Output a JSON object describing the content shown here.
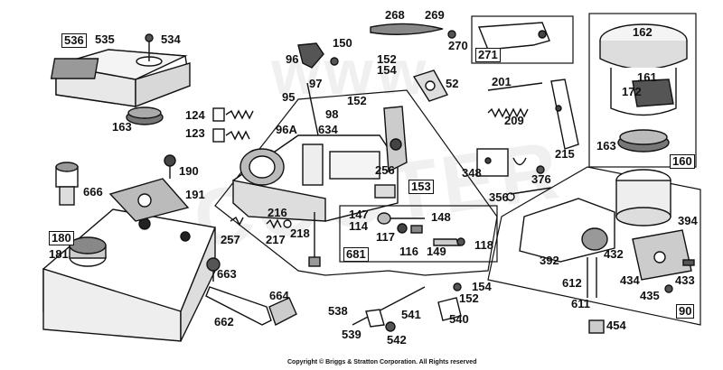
{
  "watermark": {
    "main": "SCOOTER",
    "sub": "www"
  },
  "copyright": "Copyright © Briggs & Stratton Corporation. All Rights reserved",
  "callouts": [
    {
      "id": "536",
      "boxed": true
    },
    {
      "id": "535"
    },
    {
      "id": "534"
    },
    {
      "id": "163"
    },
    {
      "id": "124"
    },
    {
      "id": "123"
    },
    {
      "id": "190"
    },
    {
      "id": "666"
    },
    {
      "id": "191"
    },
    {
      "id": "180",
      "boxed": true
    },
    {
      "id": "181"
    },
    {
      "id": "663"
    },
    {
      "id": "664"
    },
    {
      "id": "662"
    },
    {
      "id": "268"
    },
    {
      "id": "269"
    },
    {
      "id": "270"
    },
    {
      "id": "96"
    },
    {
      "id": "150"
    },
    {
      "id": "152"
    },
    {
      "id": "154"
    },
    {
      "id": "97"
    },
    {
      "id": "95"
    },
    {
      "id": "98"
    },
    {
      "id": "152"
    },
    {
      "id": "96A"
    },
    {
      "id": "634"
    },
    {
      "id": "52"
    },
    {
      "id": "256"
    },
    {
      "id": "153",
      "boxed": true
    },
    {
      "id": "216"
    },
    {
      "id": "217"
    },
    {
      "id": "218"
    },
    {
      "id": "257"
    },
    {
      "id": "147"
    },
    {
      "id": "114"
    },
    {
      "id": "117"
    },
    {
      "id": "148"
    },
    {
      "id": "116"
    },
    {
      "id": "149"
    },
    {
      "id": "118"
    },
    {
      "id": "681",
      "boxed": true
    },
    {
      "id": "271",
      "boxed": true
    },
    {
      "id": "201"
    },
    {
      "id": "209"
    },
    {
      "id": "215"
    },
    {
      "id": "348"
    },
    {
      "id": "376"
    },
    {
      "id": "356"
    },
    {
      "id": "162"
    },
    {
      "id": "161"
    },
    {
      "id": "172"
    },
    {
      "id": "163"
    },
    {
      "id": "160",
      "boxed": true
    },
    {
      "id": "394"
    },
    {
      "id": "392"
    },
    {
      "id": "432"
    },
    {
      "id": "433"
    },
    {
      "id": "434"
    },
    {
      "id": "435"
    },
    {
      "id": "612"
    },
    {
      "id": "611"
    },
    {
      "id": "90",
      "boxed": true
    },
    {
      "id": "454"
    },
    {
      "id": "538"
    },
    {
      "id": "539"
    },
    {
      "id": "542"
    },
    {
      "id": "541"
    },
    {
      "id": "540"
    },
    {
      "id": "152"
    },
    {
      "id": "154"
    }
  ]
}
